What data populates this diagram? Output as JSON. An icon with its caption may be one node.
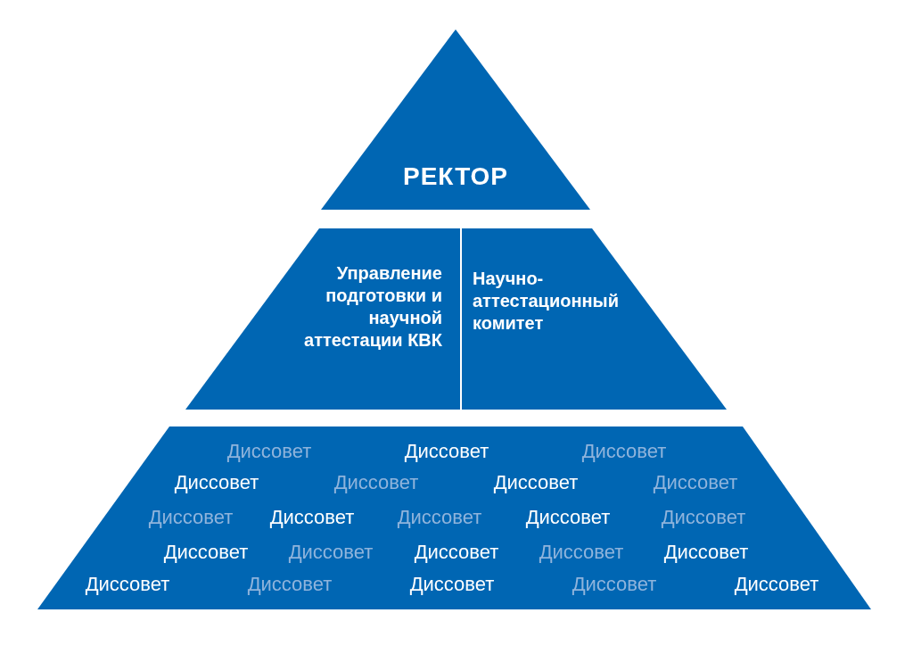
{
  "diagram": {
    "nodes": [
      {
        "text": [
          "РЕКТОР"
        ]
      },
      {
        "text": [
          "Управление подготовки и научной аттестации КВК"
        ]
      },
      {
        "text": [
          "Научно-аттестационный комитет"
        ]
      },
      {
        "text": [
          "Диссовет",
          "Диссовет",
          "Диссовет",
          "Диссовет",
          "Диссовет",
          "Диссовет",
          "Диссовет",
          "Диссовет",
          "Диссовет",
          "Диссовет",
          "Диссовет",
          "Диссовет",
          "Диссовет",
          "Диссовет",
          "Диссовет",
          "Диссовет",
          "Диссовет",
          "Диссовет",
          "Диссовет",
          "Диссовет",
          "Диссовет",
          "Диссовет"
        ]
      }
    ]
  }
}
